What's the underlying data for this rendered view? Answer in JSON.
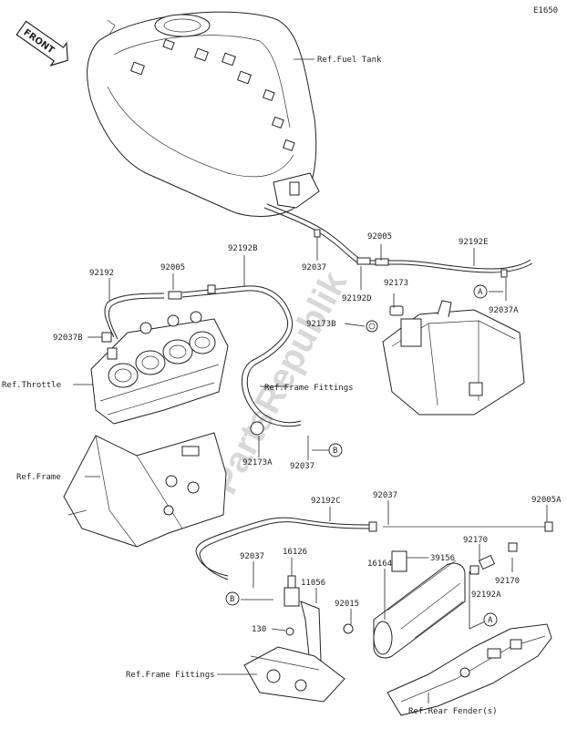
{
  "diagram_id": "E1650",
  "front_label": "FRONT",
  "watermark": "PartsRepublik",
  "callouts": {
    "a1": "A",
    "a2": "A",
    "b1": "B",
    "b2": "B"
  },
  "parts": {
    "ref_fuel_tank": "Ref.Fuel Tank",
    "p92037_top": "92037",
    "p92005_top": "92005",
    "p92192E": "92192E",
    "p92192D": "92192D",
    "p92173": "92173",
    "p92037A_top": "92037A",
    "p92173B": "92173B",
    "p92192": "92192",
    "p92005_left": "92005",
    "p92192B": "92192B",
    "p92037B": "92037B",
    "ref_throttle": "Ref.Throttle",
    "ref_frame_fittings_top": "Ref.Frame Fittings",
    "p92173A": "92173A",
    "p92037_mid": "92037",
    "ref_frame": "Ref.Frame",
    "p92192C": "92192C",
    "p92037_right": "92037",
    "p92005A": "92005A",
    "p92037_low": "92037",
    "p16126": "16126",
    "p39156": "39156",
    "p92170_a": "92170",
    "p11056": "11056",
    "p16164": "16164",
    "p92170_b": "92170",
    "p92015": "92015",
    "p92192A": "92192A",
    "p130": "130",
    "ref_frame_fittings_bottom": "Ref.Frame Fittings",
    "ref_rear_fender": "Ref.Rear Fender(s)"
  }
}
